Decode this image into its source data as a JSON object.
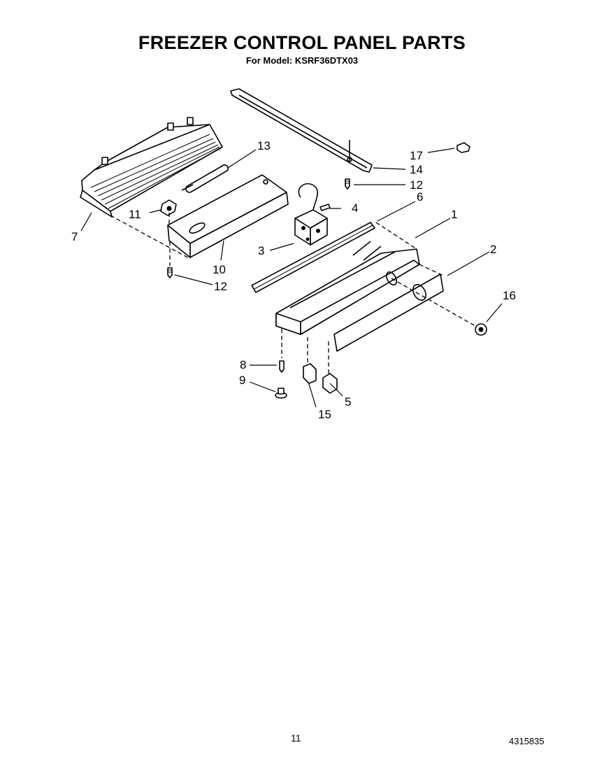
{
  "title": "FREEZER CONTROL PANEL PARTS",
  "subtitle": "For Model: KSRF36DTX03",
  "page_number": "11",
  "document_number": "4315835",
  "callouts": {
    "c1": "1",
    "c2": "2",
    "c3": "3",
    "c4": "4",
    "c5": "5",
    "c6": "6",
    "c7": "7",
    "c8": "8",
    "c9": "9",
    "c10": "10",
    "c11": "11",
    "c12a": "12",
    "c12b": "12",
    "c13": "13",
    "c14": "14",
    "c15": "15",
    "c16": "16",
    "c17": "17"
  }
}
